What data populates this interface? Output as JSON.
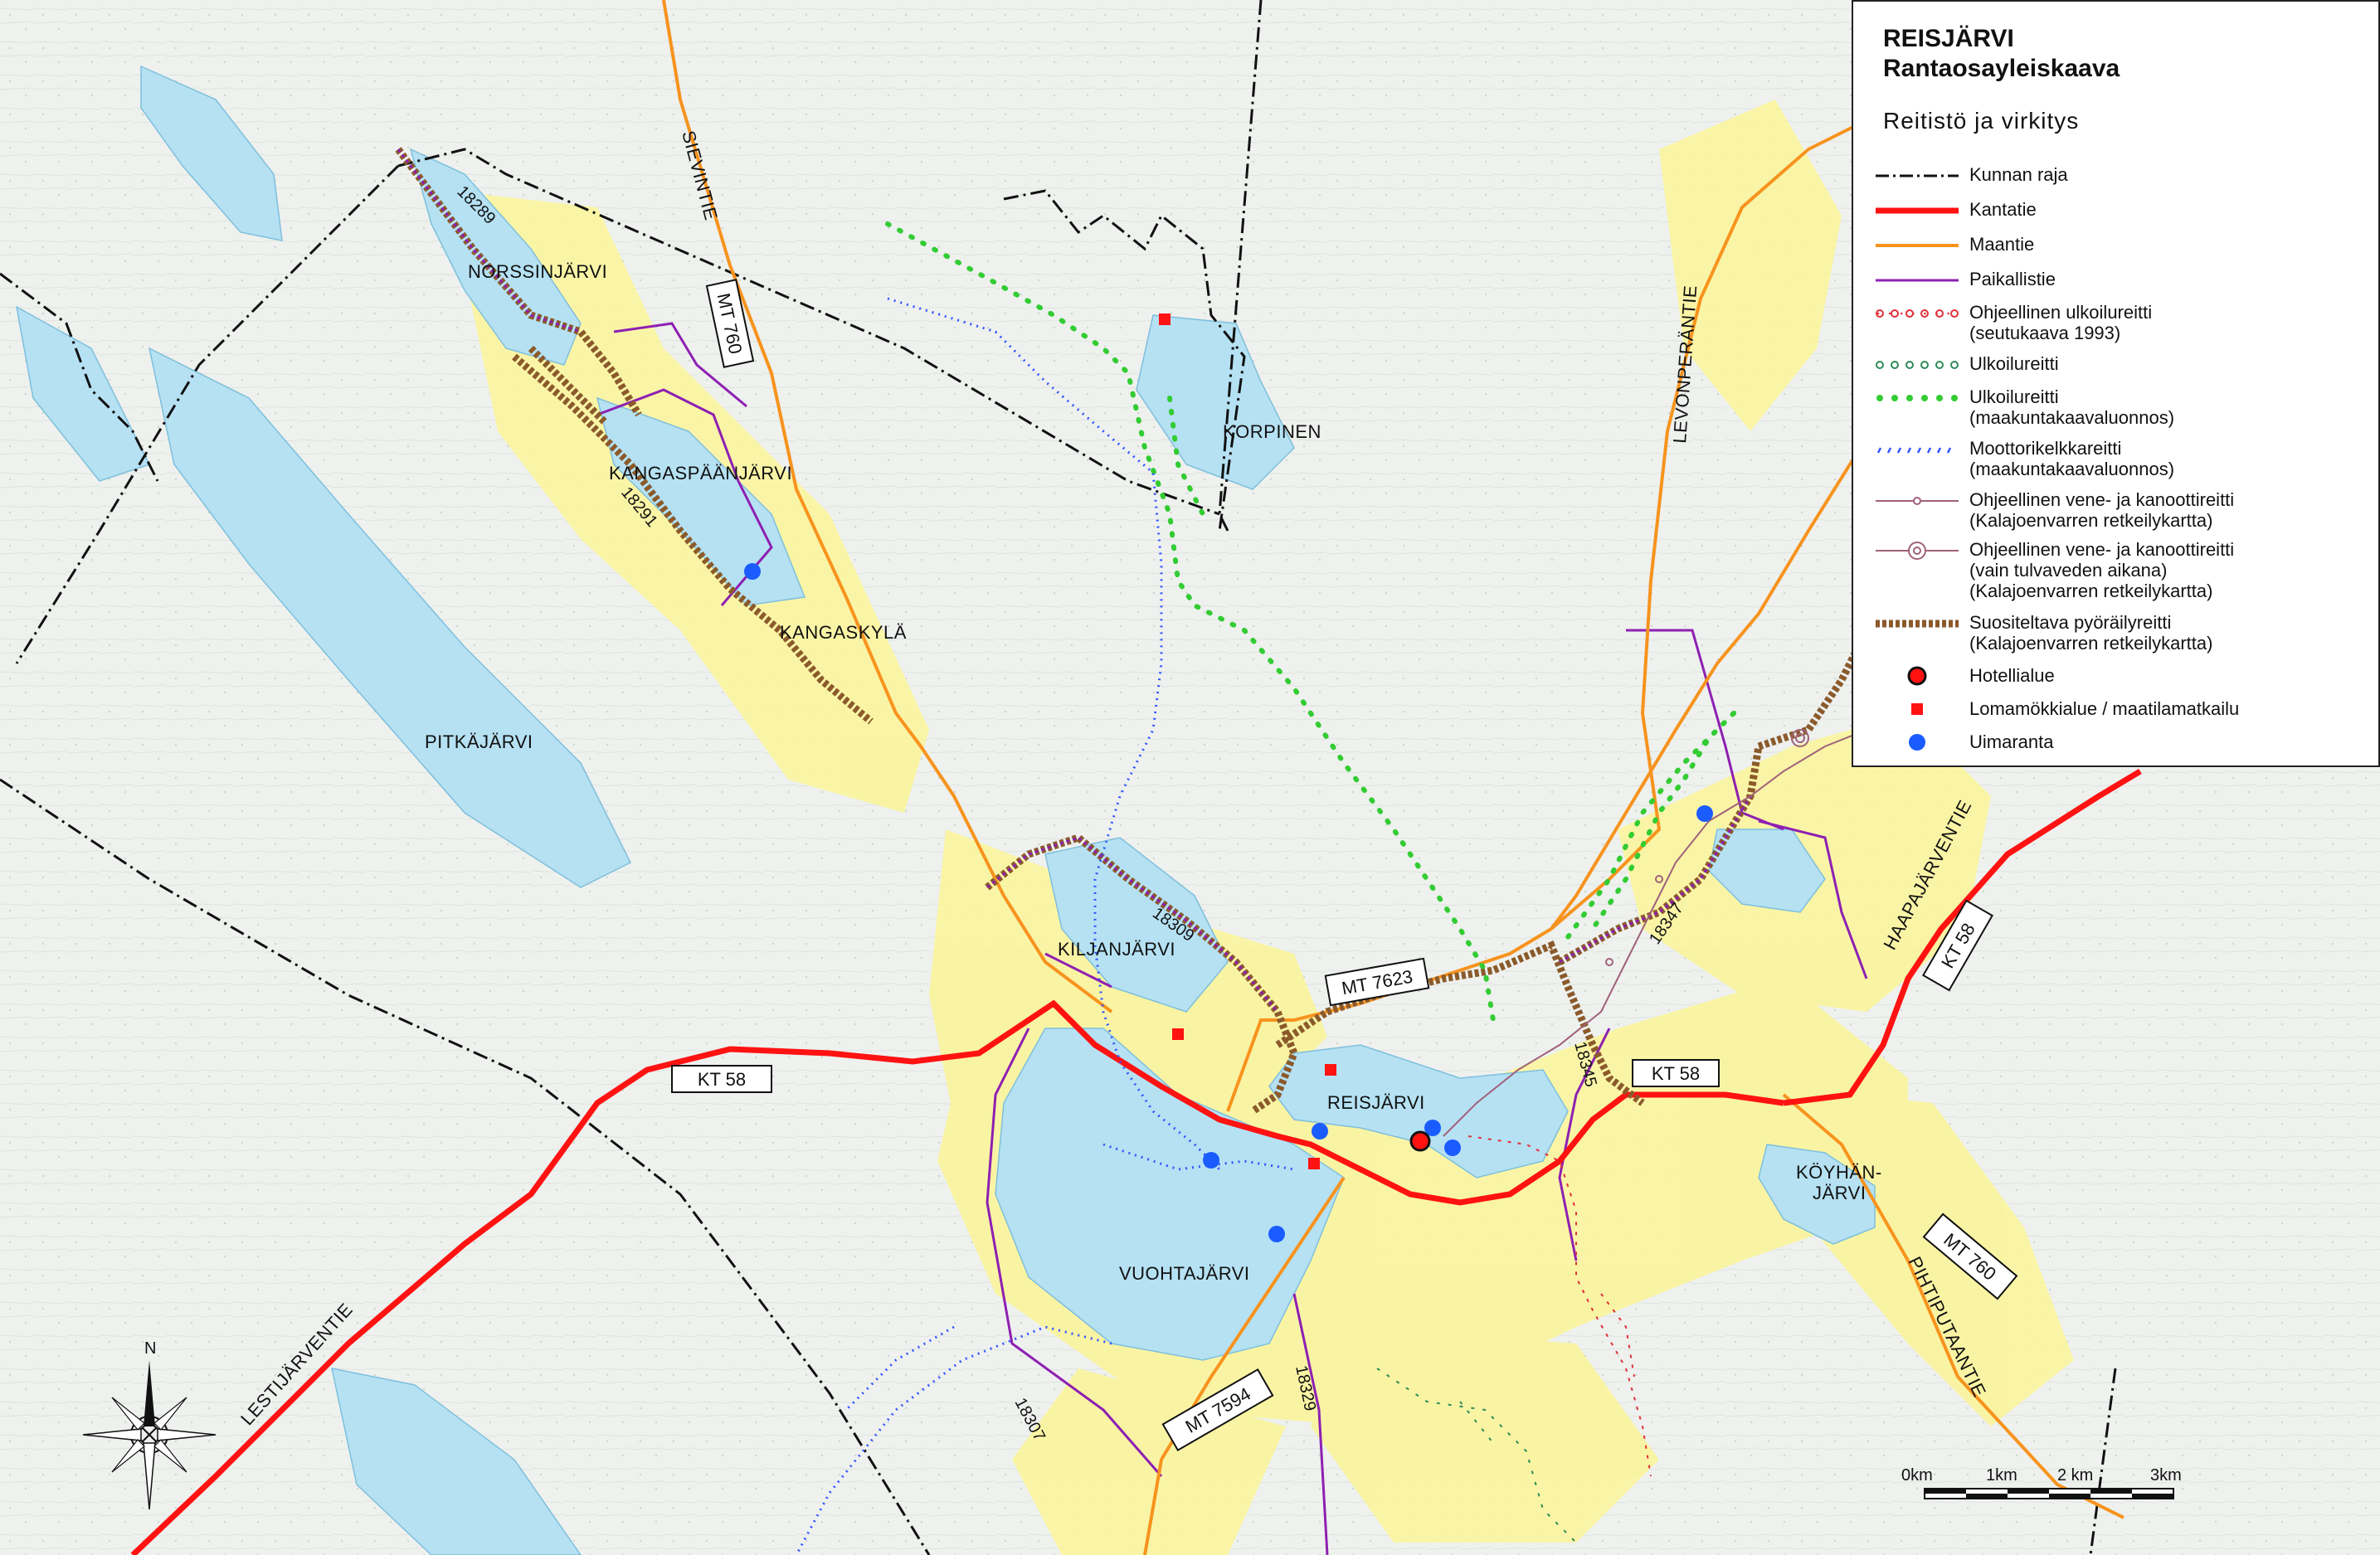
{
  "legend": {
    "title_line1": "REISJÄRVI",
    "title_line2": "Rantaosayleiskaava",
    "subtitle": "Reitistö ja virkitys",
    "items": [
      {
        "label": "Kunnan raja",
        "symbol": "municipal-border"
      },
      {
        "label": "Kantatie",
        "symbol": "main-road"
      },
      {
        "label": "Maantie",
        "symbol": "regional-road"
      },
      {
        "label": "Paikallistie",
        "symbol": "local-road"
      },
      {
        "label": "Ohjeellinen ulkoilureitti\n(seutukaava 1993)",
        "symbol": "red-circle-route"
      },
      {
        "label": "Ulkoilureitti",
        "symbol": "green-circle-route"
      },
      {
        "label": "Ulkoilureitti\n(maakuntakaavaluonnos)",
        "symbol": "green-dot-route"
      },
      {
        "label": "Moottorikelkkareitti\n(maakuntakaavaluonnos)",
        "symbol": "snowmobile-route"
      },
      {
        "label": "Ohjeellinen vene- ja kanoottireitti\n(Kalajoenvarren retkeilykartta)",
        "symbol": "canoe-route"
      },
      {
        "label": "Ohjeellinen vene- ja kanoottireitti\n(vain tulvaveden aikana)\n(Kalajoenvarren retkeilykartta)",
        "symbol": "flood-canoe-route"
      },
      {
        "label": "Suositeltava pyöräilyreitti\n(Kalajoenvarren retkeilykartta)",
        "symbol": "cycling-route"
      },
      {
        "label": "Hotellialue",
        "symbol": "hotel-area"
      },
      {
        "label": "Lomamökkialue / maatilamatkailu",
        "symbol": "holiday-cottage"
      },
      {
        "label": "Uimaranta",
        "symbol": "beach"
      }
    ]
  },
  "places": [
    {
      "name": "NORSSINJÄRVI"
    },
    {
      "name": "KANGASPÄÄNJÄRVI"
    },
    {
      "name": "KANGASKYLÄ"
    },
    {
      "name": "PITKÄJÄRVI"
    },
    {
      "name": "KORPINEN"
    },
    {
      "name": "KILJANJÄRVI"
    },
    {
      "name": "REISJÄRVI"
    },
    {
      "name": "VUOHTAJÄRVI"
    },
    {
      "name": "KÖYHÄN-"
    },
    {
      "name": "JÄRVI"
    }
  ],
  "road_names": [
    "SIEVINTIE",
    "LEVONPERÄNTIE",
    "HAAPAJÄRVENTIE",
    "PIHTIPUTAANTIE",
    "LESTIJÄRVENTIE"
  ],
  "road_shields": [
    "MT 760",
    "MT 7623",
    "KT 58",
    "KT 58",
    "KT 58",
    "MT 760",
    "MT 7594"
  ],
  "road_numbers": [
    "18289",
    "18291",
    "18309",
    "18347",
    "18345",
    "18307",
    "18329"
  ],
  "scale_bar": {
    "labels": [
      "0km",
      "1km",
      "2 km",
      "3km"
    ]
  },
  "compass": {
    "label": "N"
  },
  "colors": {
    "water": "#b5e1f3",
    "settlement": "#fbf59d",
    "main_road": "#ff1212",
    "regional_road": "#f7931e",
    "local_road": "#8e1fb2",
    "green_route": "#33cc33",
    "snowmobile": "#3355ff",
    "cycling": "#8b5a2b",
    "border": "#111111",
    "canoe": "#a0617a"
  }
}
